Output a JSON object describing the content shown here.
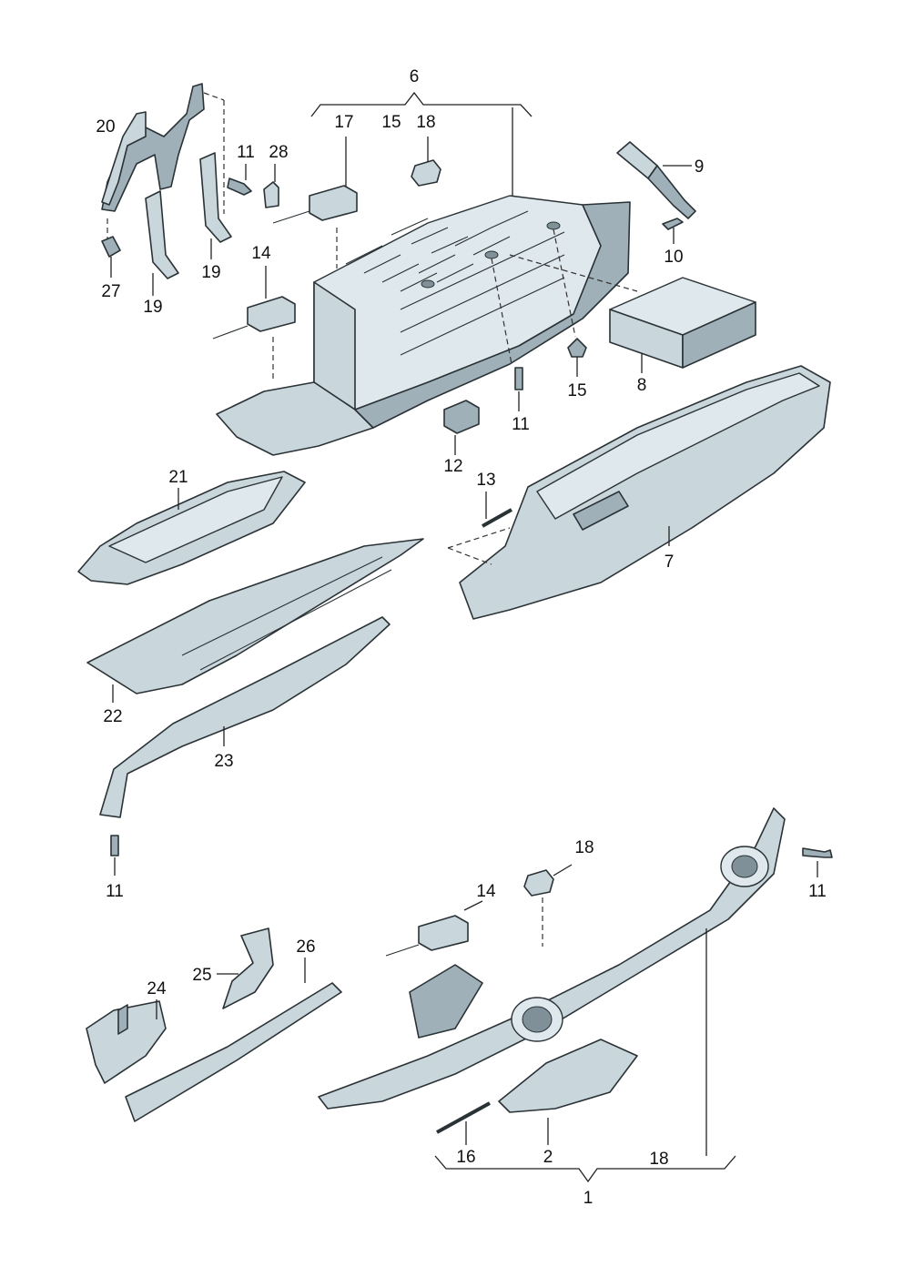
{
  "diagram": {
    "callouts": {
      "c1": "1",
      "c2": "2",
      "c6": "6",
      "c7": "7",
      "c8": "8",
      "c9": "9",
      "c10": "10",
      "c11a": "11",
      "c11b": "11",
      "c11c": "11",
      "c11d": "11",
      "c12": "12",
      "c13": "13",
      "c14a": "14",
      "c14b": "14",
      "c15a": "15",
      "c15b": "15",
      "c16": "16",
      "c17": "17",
      "c18a": "18",
      "c18b": "18",
      "c18c": "18",
      "c19a": "19",
      "c19b": "19",
      "c20": "20",
      "c21": "21",
      "c22": "22",
      "c23": "23",
      "c24": "24",
      "c25": "25",
      "c26": "26",
      "c27": "27",
      "c28": "28"
    }
  }
}
